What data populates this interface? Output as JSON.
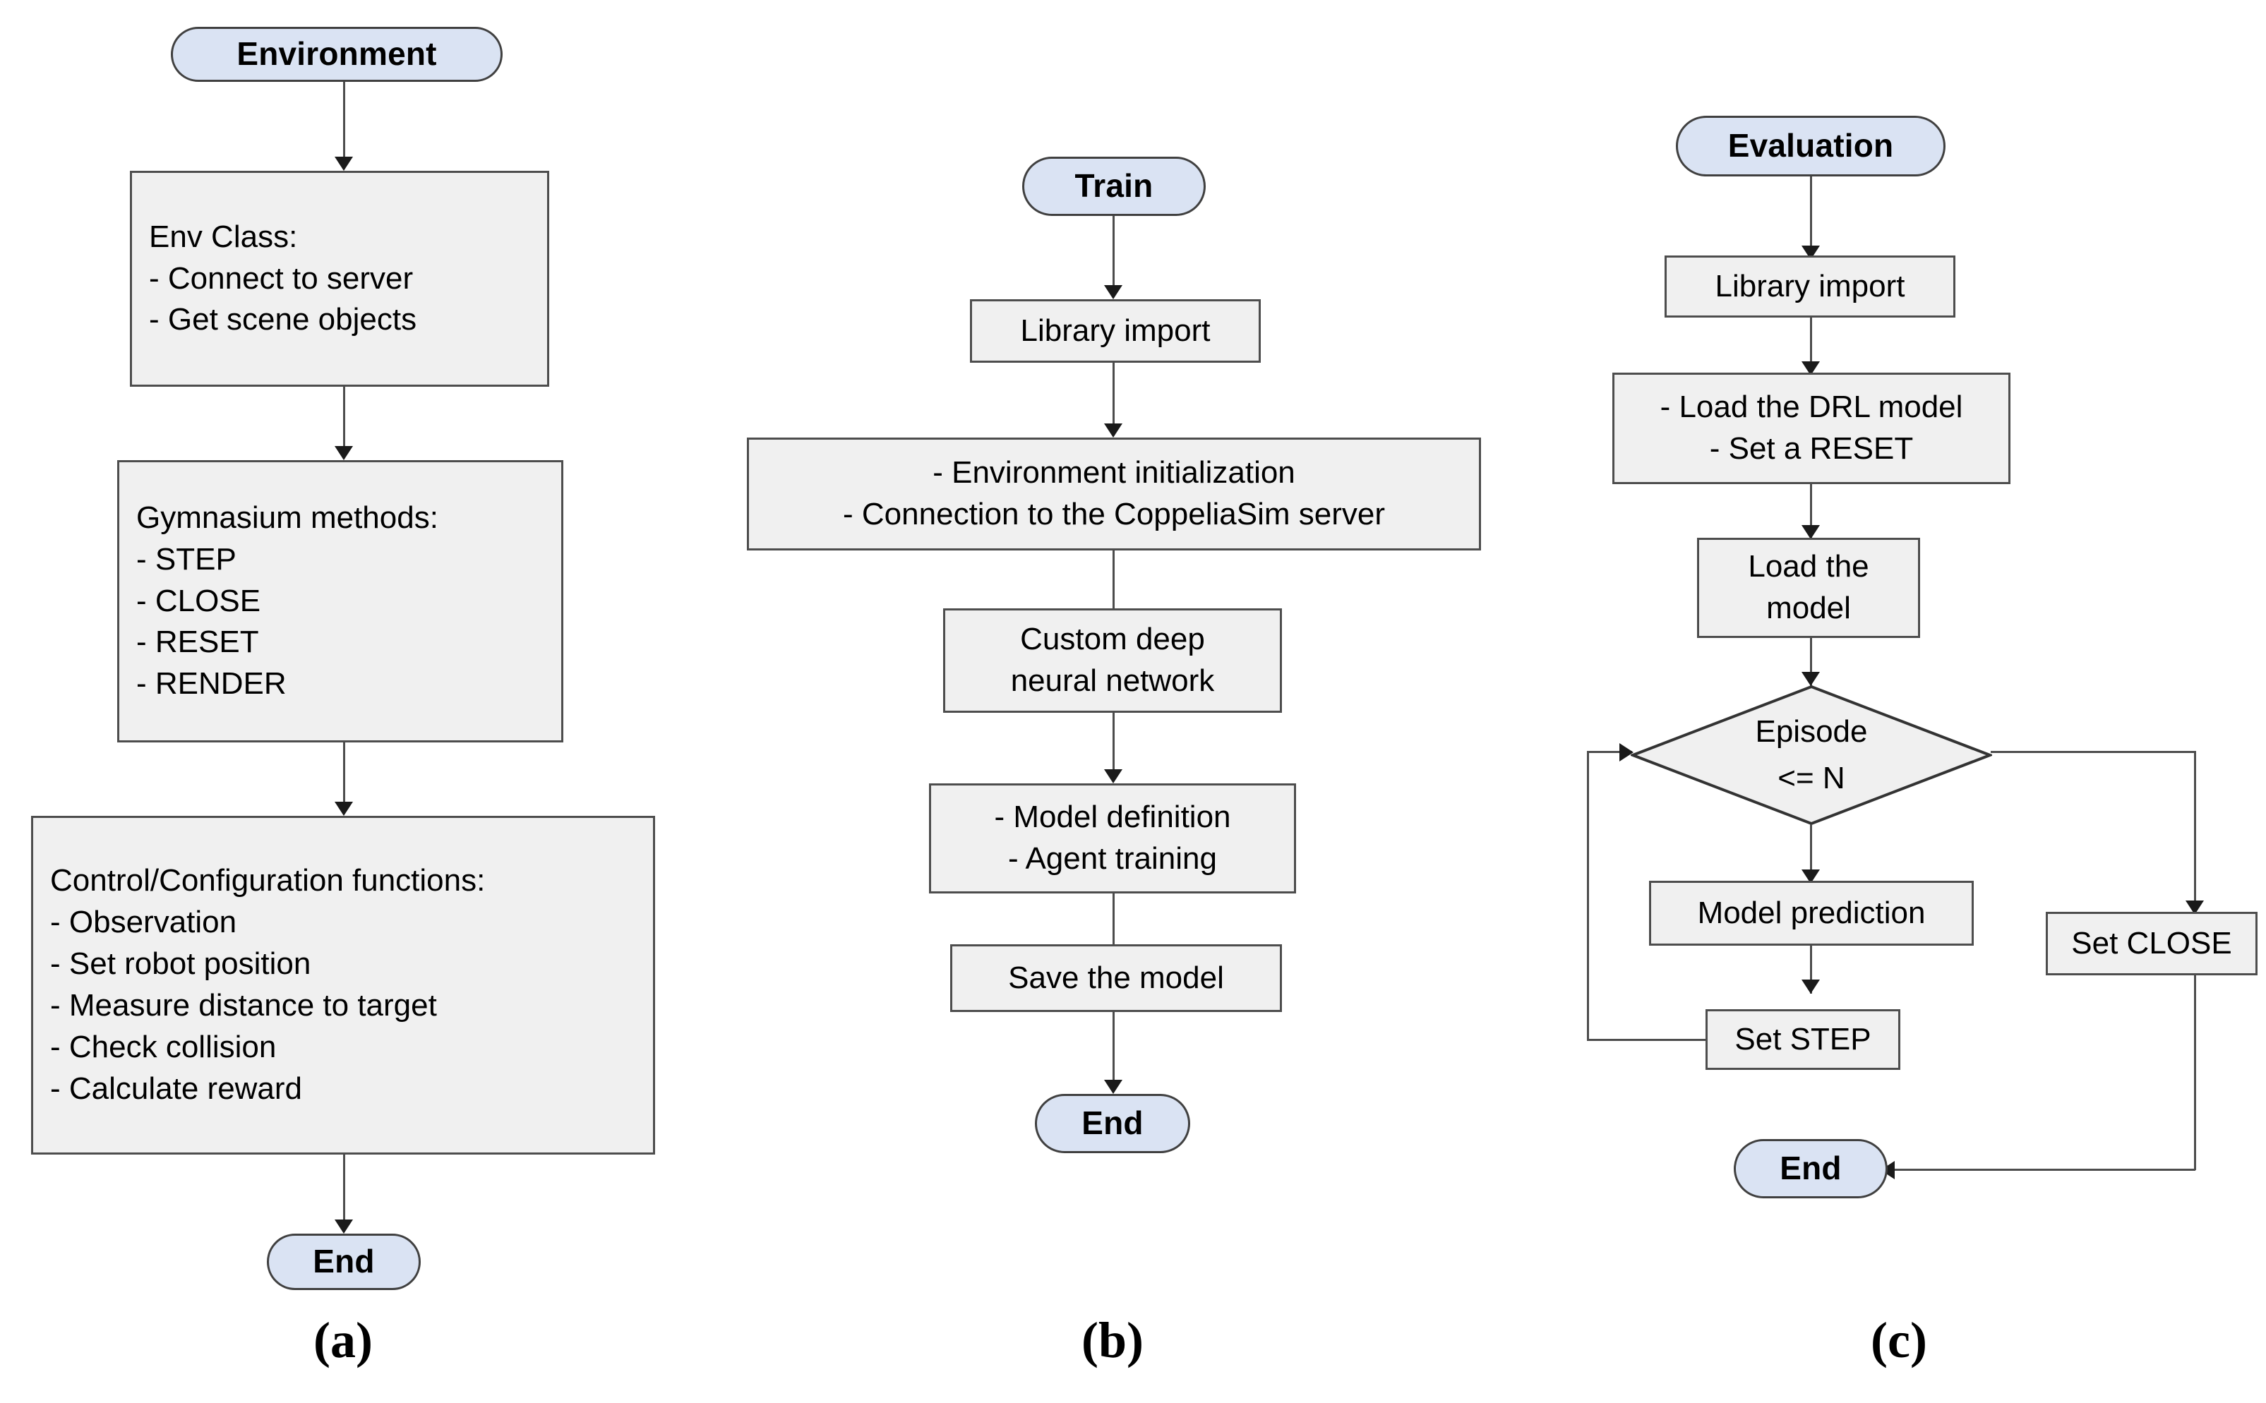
{
  "figure": {
    "type": "flowchart",
    "panel_count": 3,
    "colors": {
      "terminal_fill": "#dae3f3",
      "terminal_border": "#404040",
      "process_fill": "#f0f0f0",
      "process_border": "#4d4d4d",
      "connector": "#4d4d4d",
      "text": "#000000",
      "background": "#ffffff"
    }
  },
  "panels": [
    {
      "id": "a",
      "caption": "(a)",
      "start": "Environment",
      "end": "End",
      "nodes": [
        {
          "id": "a-start",
          "shape": "terminal",
          "text": "Environment"
        },
        {
          "id": "a-env",
          "shape": "process",
          "align": "left",
          "text": "Env Class:\n- Connect to server\n- Get scene objects"
        },
        {
          "id": "a-gym",
          "shape": "process",
          "align": "left",
          "text": "Gymnasium methods:\n- STEP\n- CLOSE\n- RESET\n- RENDER"
        },
        {
          "id": "a-ctrl",
          "shape": "process",
          "align": "left",
          "text": "Control/Configuration functions:\n- Observation\n- Set robot position\n- Measure distance to target\n- Check collision\n- Calculate reward"
        },
        {
          "id": "a-end",
          "shape": "terminal",
          "text": "End"
        }
      ],
      "edges": [
        {
          "from": "a-start",
          "to": "a-env"
        },
        {
          "from": "a-env",
          "to": "a-gym"
        },
        {
          "from": "a-gym",
          "to": "a-ctrl"
        },
        {
          "from": "a-ctrl",
          "to": "a-end"
        }
      ]
    },
    {
      "id": "b",
      "caption": "(b)",
      "start": "Train",
      "end": "End",
      "nodes": [
        {
          "id": "b-start",
          "shape": "terminal",
          "text": "Train"
        },
        {
          "id": "b-lib",
          "shape": "process",
          "text": "Library import"
        },
        {
          "id": "b-init",
          "shape": "process",
          "text": "- Environment initialization\n- Connection to the CoppeliaSim server"
        },
        {
          "id": "b-dnn",
          "shape": "process",
          "text": "Custom deep\nneural network"
        },
        {
          "id": "b-model",
          "shape": "process",
          "text": "- Model definition\n- Agent training"
        },
        {
          "id": "b-save",
          "shape": "process",
          "text": "Save the model"
        },
        {
          "id": "b-end",
          "shape": "terminal",
          "text": "End"
        }
      ],
      "edges": [
        {
          "from": "b-start",
          "to": "b-lib"
        },
        {
          "from": "b-lib",
          "to": "b-init"
        },
        {
          "from": "b-init",
          "to": "b-dnn"
        },
        {
          "from": "b-dnn",
          "to": "b-model"
        },
        {
          "from": "b-model",
          "to": "b-save"
        },
        {
          "from": "b-save",
          "to": "b-end"
        }
      ]
    },
    {
      "id": "c",
      "caption": "(c)",
      "start": "Evaluation",
      "end": "End",
      "nodes": [
        {
          "id": "c-start",
          "shape": "terminal",
          "text": "Evaluation"
        },
        {
          "id": "c-lib",
          "shape": "process",
          "text": "Library import"
        },
        {
          "id": "c-load",
          "shape": "process",
          "text": "- Load the DRL model\n- Set a RESET"
        },
        {
          "id": "c-loadm",
          "shape": "process",
          "text": "Load the\nmodel"
        },
        {
          "id": "c-dec",
          "shape": "decision",
          "text": "Episode\n<= N"
        },
        {
          "id": "c-pred",
          "shape": "process",
          "text": "Model prediction"
        },
        {
          "id": "c-step",
          "shape": "process",
          "text": "Set STEP"
        },
        {
          "id": "c-close",
          "shape": "process",
          "text": "Set CLOSE"
        },
        {
          "id": "c-end",
          "shape": "terminal",
          "text": "End"
        }
      ],
      "edges": [
        {
          "from": "c-start",
          "to": "c-lib"
        },
        {
          "from": "c-lib",
          "to": "c-load"
        },
        {
          "from": "c-load",
          "to": "c-loadm"
        },
        {
          "from": "c-loadm",
          "to": "c-dec"
        },
        {
          "from": "c-dec",
          "to": "c-pred",
          "branch": "true"
        },
        {
          "from": "c-dec",
          "to": "c-close",
          "branch": "false"
        },
        {
          "from": "c-pred",
          "to": "c-step"
        },
        {
          "from": "c-step",
          "to": "c-dec",
          "kind": "loop-back"
        },
        {
          "from": "c-close",
          "to": "c-end"
        }
      ]
    }
  ]
}
